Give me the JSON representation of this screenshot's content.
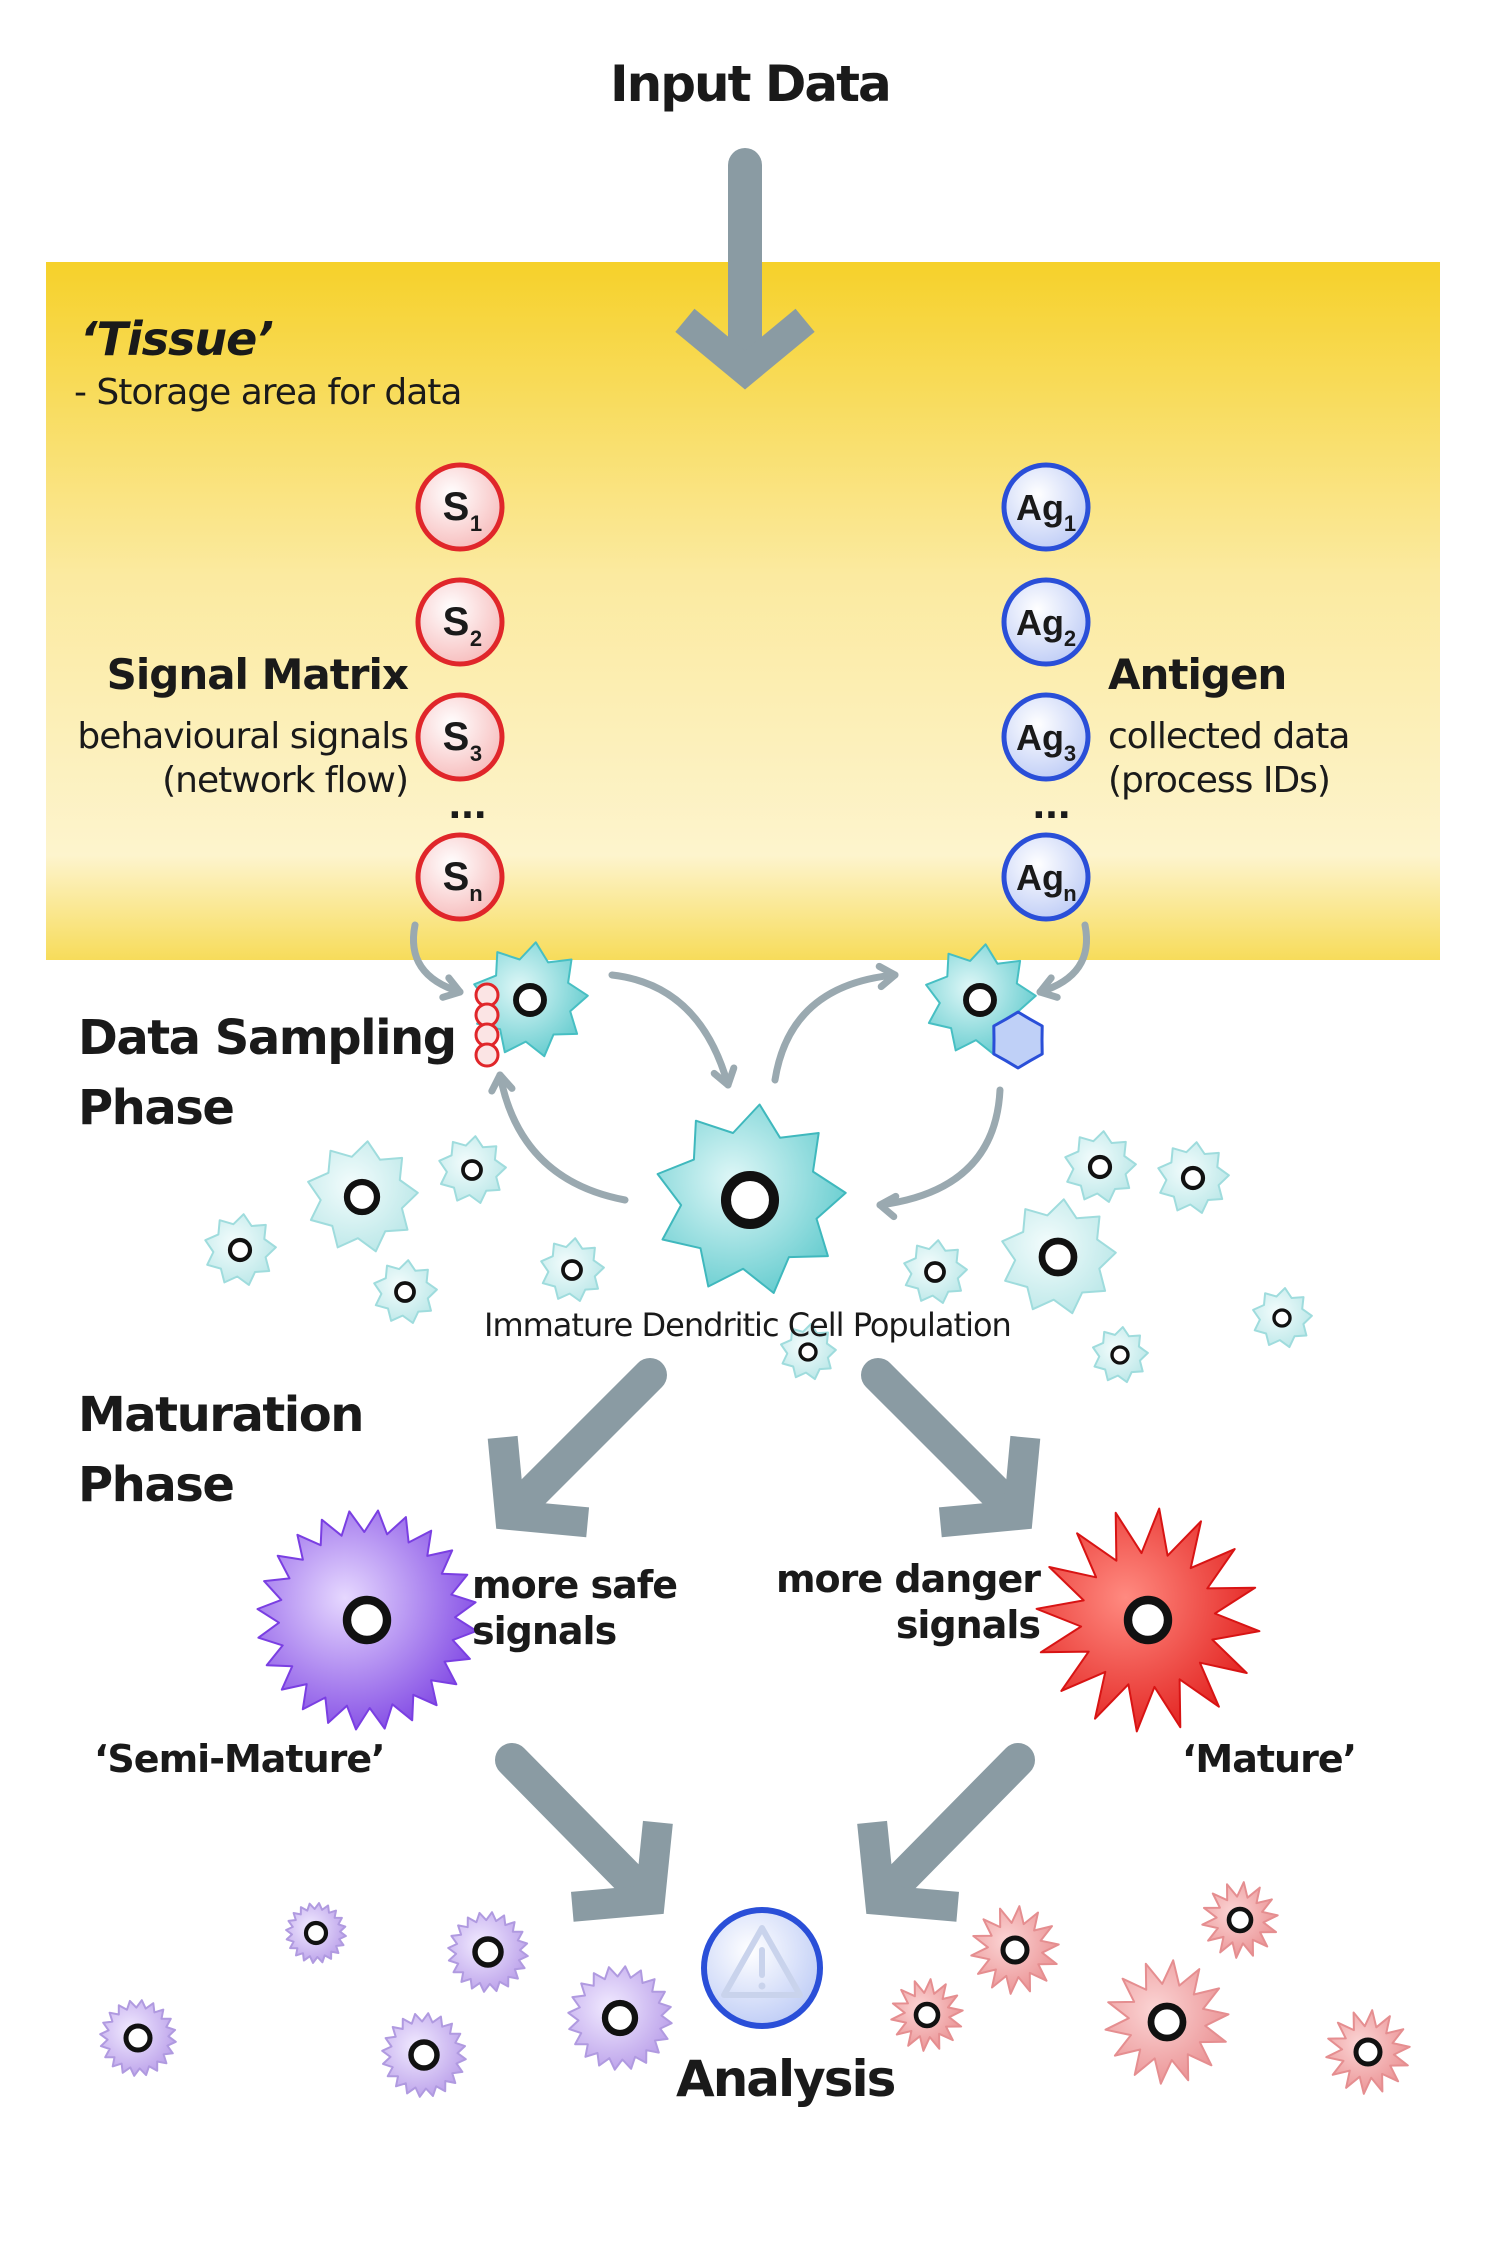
{
  "title": "Input Data",
  "tissue": {
    "name": "‘Tissue’",
    "description": "- Storage area for data"
  },
  "signal_matrix": {
    "title": "Signal Matrix",
    "line1": "behavioural signals",
    "line2": "(network flow)",
    "items": [
      "S1",
      "S2",
      "S3",
      "Sn"
    ]
  },
  "antigen": {
    "title": "Antigen",
    "line1": "collected data",
    "line2": "(process IDs)",
    "items": [
      "Ag1",
      "Ag2",
      "Ag3",
      "Agn"
    ]
  },
  "ellipsis": "...",
  "data_sampling_phase": {
    "line1": "Data Sampling",
    "line2": "Phase"
  },
  "population_label": "Immature Dendritic Cell Population",
  "maturation_phase": {
    "line1": "Maturation",
    "line2": "Phase"
  },
  "safe_signals": {
    "line1": "more safe",
    "line2": "signals"
  },
  "danger_signals": {
    "line1": "more danger",
    "line2": "signals"
  },
  "semi_mature_label": "‘Semi-Mature’",
  "mature_label": "‘Mature’",
  "analysis_label": "Analysis",
  "colors": {
    "tissue_yellow": "#f7d22a",
    "arrow_grey": "#8a9ba3",
    "signal_red": "#e0262a",
    "antigen_blue": "#2a4fd8",
    "immature_cyan": "#6fd6d6",
    "semi_mature_purple": "#8a4ee8",
    "mature_red": "#e8201e"
  }
}
